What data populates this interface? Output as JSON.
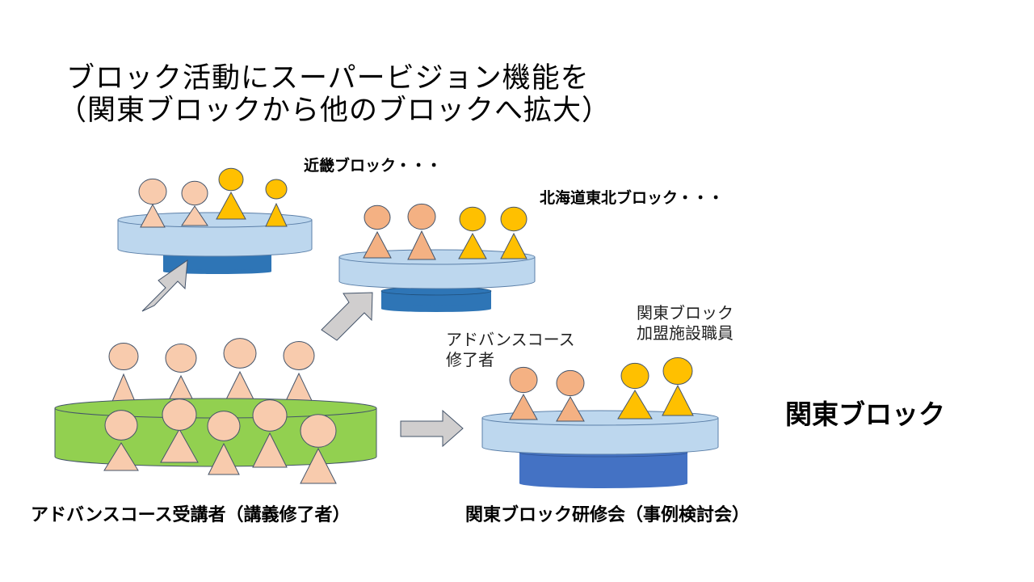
{
  "title": {
    "line1": "ブロック活動にスーパービジョン機能を",
    "line2": "（関東ブロックから他のブロックへ拡大）"
  },
  "labels": {
    "kinki": "近畿ブロック・・・",
    "hokkaido_tohoku": "北海道東北ブロック・・・",
    "advance_completed_line1": "アドバンスコース",
    "advance_completed_line2": "修了者",
    "kanto_staff_line1": "関東ブロック",
    "kanto_staff_line2": "加盟施設職員",
    "kanto_block": "関東ブロック",
    "advance_trainees": "アドバンスコース受講者（講義修了者）",
    "kanto_training": "関東ブロック研修会（事例検討会）"
  },
  "colors": {
    "peach": "#F8CBAD",
    "salmon": "#F4B183",
    "gold": "#FFC000",
    "outline": "#44546A",
    "platform_light": "#BDD7EE",
    "platform_dark": "#2E75B6",
    "platform_dark_kanto": "#4472C4",
    "green": "#92D050",
    "arrow_gray": "#D0CECE"
  },
  "groups": {
    "kinki": {
      "people": [
        "peach",
        "peach",
        "gold",
        "gold"
      ]
    },
    "hokkaido_tohoku": {
      "people": [
        "salmon",
        "salmon",
        "gold",
        "gold"
      ]
    },
    "kanto": {
      "people": [
        "salmon",
        "salmon",
        "gold",
        "gold"
      ]
    },
    "trainees": {
      "back_row": 4,
      "front_row": 5,
      "color": "peach"
    }
  }
}
